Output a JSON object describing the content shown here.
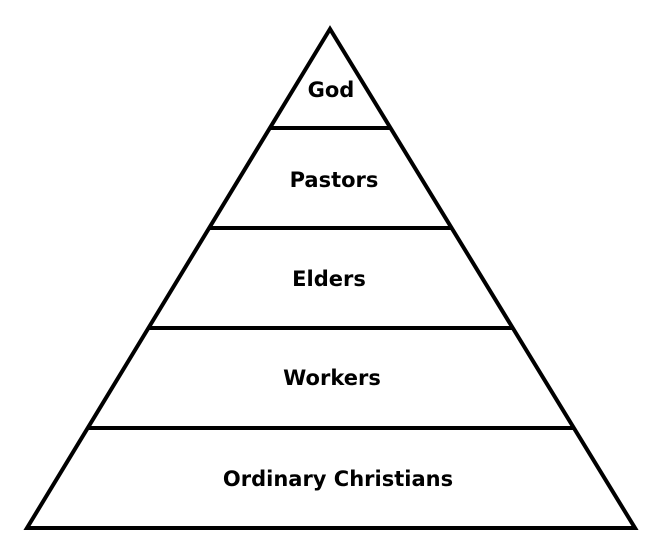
{
  "diagram": {
    "type": "pyramid",
    "colors": {
      "stroke": "#000000",
      "fill": "#ffffff",
      "text": "#000000"
    },
    "tiers": [
      {
        "label": "God"
      },
      {
        "label": "Pastors"
      },
      {
        "label": "Elders"
      },
      {
        "label": "Workers"
      },
      {
        "label": "Ordinary Christians"
      }
    ]
  }
}
